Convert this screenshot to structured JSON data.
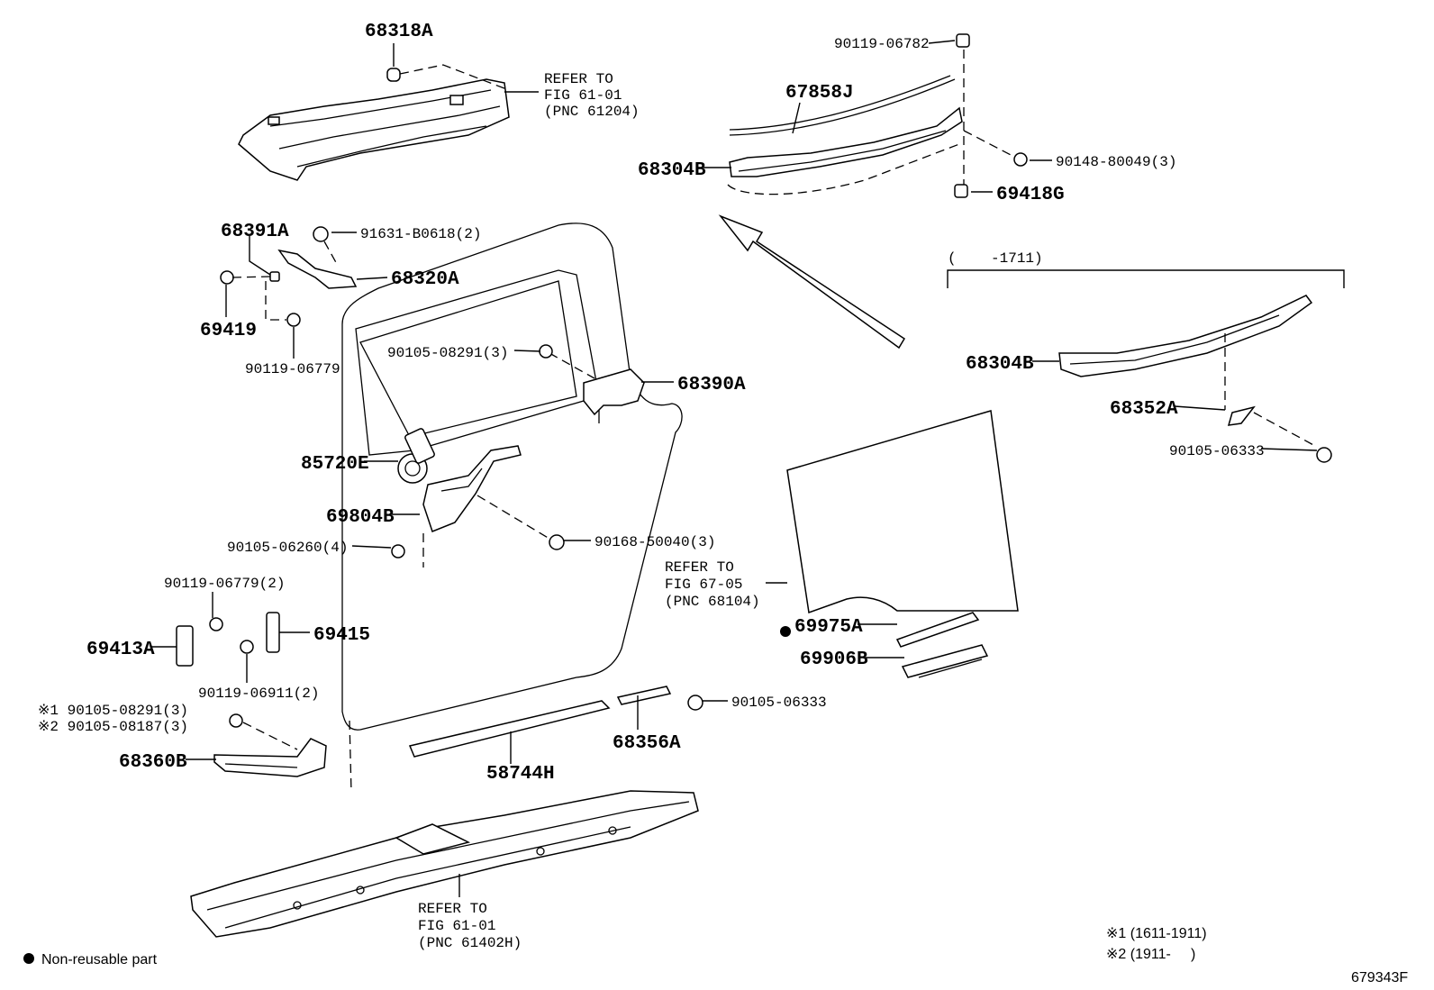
{
  "labels": {
    "p68318A": "68318A",
    "refer_61204_1": "REFER TO",
    "refer_61204_2": "FIG 61-01",
    "refer_61204_3": "(PNC 61204)",
    "p90119_06782": "90119-06782",
    "p67858J": "67858J",
    "p68304B_top": "68304B",
    "p90148_80049": "90148-80049(3)",
    "p69418G": "69418G",
    "p68391A": "68391A",
    "p91631_B0618": "91631-B0618(2)",
    "p68320A": "68320A",
    "p69419": "69419",
    "p90119_06779": "90119-06779",
    "range_1711": "(    -1711)",
    "p90105_08291": "90105-08291(3)",
    "p68390A": "68390A",
    "p68304B_right": "68304B",
    "p68352A": "68352A",
    "p90105_06333_r": "90105-06333",
    "p85720E": "85720E",
    "p69804B": "69804B",
    "p90105_06260": "90105-06260(4)",
    "p90168_50040": "90168-50040(3)",
    "refer_68104_1": "REFER TO",
    "refer_68104_2": "FIG 67-05",
    "refer_68104_3": "(PNC 68104)",
    "p90119_06779_2": "90119-06779(2)",
    "p69413A": "69413A",
    "p69415": "69415",
    "p90119_06911": "90119-06911(2)",
    "p69975A": "69975A",
    "p69906B": "69906B",
    "p90105_06333_b": "90105-06333",
    "p68356A": "68356A",
    "p90105_08291_n1": "※1 90105-08291(3)",
    "p90105_08187_n2": "※2 90105-08187(3)",
    "p68360B": "68360B",
    "p58744H": "58744H",
    "refer_61402H_1": "REFER TO",
    "refer_61402H_2": "FIG 61-01",
    "refer_61402H_3": "(PNC 61402H)",
    "note_n1": "※1 (1611-1911)",
    "note_n2": "※2 (1911-     )",
    "legend_nonreusable": "Non-reusable part",
    "figure_id": "679343F"
  }
}
